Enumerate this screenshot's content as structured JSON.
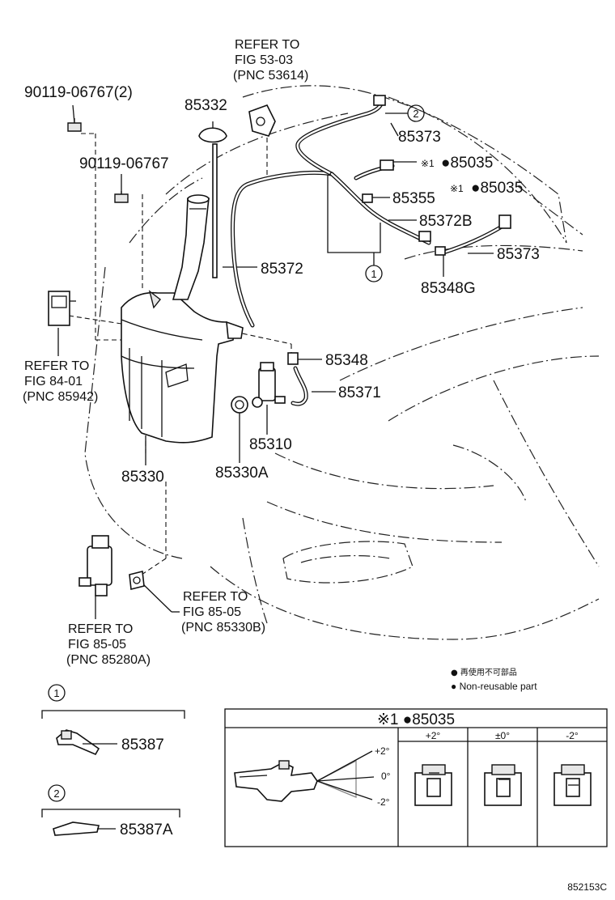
{
  "labels": {
    "p_9011906767_2": "90119-06767(2)",
    "p_9011906767": "90119-06767",
    "p_85332": "85332",
    "ref_53_l1": "REFER TO",
    "ref_53_l2": "FIG 53-03",
    "ref_53_l3": "(PNC 53614)",
    "p_85373_top": "85373",
    "p_85035_a_mark": "※1",
    "p_85035_a": "●85035",
    "p_85035_b_mark": "※1",
    "p_85035_b": "●85035",
    "p_85355": "85355",
    "p_85372b": "85372B",
    "p_85373_right": "85373",
    "p_85348g": "85348G",
    "p_85372": "85372",
    "p_85348": "85348",
    "p_85371": "85371",
    "p_85310": "85310",
    "p_85330a": "85330A",
    "p_85330": "85330",
    "ref_84_l1": "REFER TO",
    "ref_84_l2": "FIG 84-01",
    "ref_84_l3": "(PNC 85942)",
    "ref_85b_l1": "REFER TO",
    "ref_85b_l2": "FIG 85-05",
    "ref_85b_l3": "(PNC 85330B)",
    "ref_85a_l1": "REFER TO",
    "ref_85a_l2": "FIG 85-05",
    "ref_85a_l3": "(PNC 85280A)",
    "callout_1": "1",
    "callout_2": "2"
  },
  "legend": {
    "cn": "● 再使用不可部品",
    "en": "● Non-reusable part"
  },
  "clips": {
    "c1_num": "1",
    "c1_part": "85387",
    "c2_num": "2",
    "c2_part": "85387A"
  },
  "adjust_table": {
    "title": "※1 ●85035",
    "columns": [
      "+2°",
      "±0°",
      "-2°"
    ],
    "angles": [
      "+2°",
      "0°",
      "-2°"
    ]
  },
  "figure_code": "852153C"
}
